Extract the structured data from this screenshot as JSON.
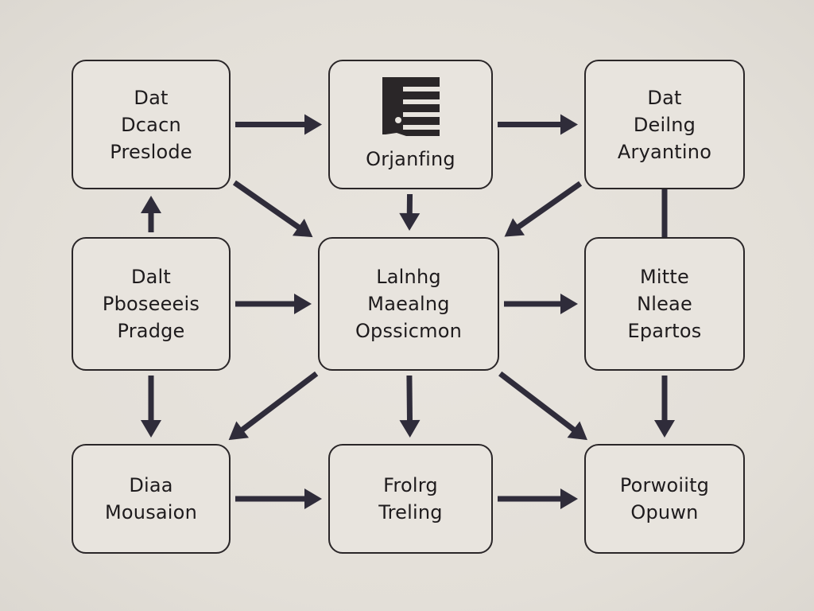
{
  "diagram": {
    "colors": {
      "background": "#e6e2dc",
      "node_border": "#2a2628",
      "node_fill": "#e8e4de",
      "arrow": "#2f2c3a",
      "arrow_shadow": "#9a9690",
      "text": "#1e1b1d"
    },
    "nodes": [
      {
        "id": "n1",
        "lines": [
          "Dat",
          "Dcacn",
          "Preslode"
        ]
      },
      {
        "id": "n2",
        "icon": "document-list-icon",
        "lines": [
          "Orjanfing"
        ]
      },
      {
        "id": "n3",
        "lines": [
          "Dat",
          "Deilng",
          "Aryantino"
        ]
      },
      {
        "id": "n4",
        "lines": [
          "Dalt",
          "Pboseeeis",
          "Pradge"
        ]
      },
      {
        "id": "n5",
        "lines": [
          "Lalnhg",
          "Maealng",
          "Opssicmon"
        ]
      },
      {
        "id": "n6",
        "lines": [
          "Mitte",
          "Nleae",
          "Epartos"
        ]
      },
      {
        "id": "n7",
        "lines": [
          "Diaa",
          "Mousaion"
        ]
      },
      {
        "id": "n8",
        "lines": [
          "Frolrg",
          "Treling"
        ]
      },
      {
        "id": "n9",
        "lines": [
          "Porwoiitg",
          "Opuwn"
        ]
      }
    ],
    "edges": [
      {
        "from": "n1",
        "to": "n2",
        "type": "arrow"
      },
      {
        "from": "n2",
        "to": "n3",
        "type": "arrow"
      },
      {
        "from": "n1",
        "to": "n5",
        "type": "arrow"
      },
      {
        "from": "n2",
        "to": "n5",
        "type": "arrow"
      },
      {
        "from": "n3",
        "to": "n5",
        "type": "arrow"
      },
      {
        "from": "n3",
        "to": "n6",
        "type": "line"
      },
      {
        "from": "n4",
        "to": "n1",
        "type": "arrow"
      },
      {
        "from": "n4",
        "to": "n5",
        "type": "arrow"
      },
      {
        "from": "n5",
        "to": "n6",
        "type": "arrow"
      },
      {
        "from": "n4",
        "to": "n7",
        "type": "arrow"
      },
      {
        "from": "n5",
        "to": "n7",
        "type": "arrow"
      },
      {
        "from": "n5",
        "to": "n8",
        "type": "arrow"
      },
      {
        "from": "n5",
        "to": "n9",
        "type": "arrow"
      },
      {
        "from": "n6",
        "to": "n9",
        "type": "arrow"
      },
      {
        "from": "n7",
        "to": "n8",
        "type": "arrow"
      },
      {
        "from": "n8",
        "to": "n9",
        "type": "arrow"
      }
    ]
  }
}
